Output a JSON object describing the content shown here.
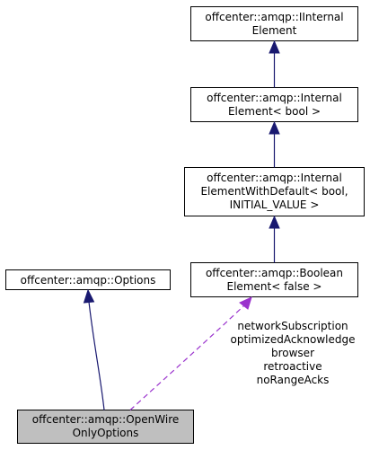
{
  "nodes": {
    "iinternal_element": {
      "line1": "offcenter::amqp::IInternal",
      "line2": "Element"
    },
    "internal_element_bool": {
      "line1": "offcenter::amqp::Internal",
      "line2": "Element< bool >"
    },
    "internal_element_with_default": {
      "line1": "offcenter::amqp::Internal",
      "line2": "ElementWithDefault< bool,",
      "line3": "INITIAL_VALUE >"
    },
    "boolean_element_false": {
      "line1": "offcenter::amqp::Boolean",
      "line2": "Element< false >"
    },
    "options": {
      "line1": "offcenter::amqp::Options"
    },
    "openwire_only_options": {
      "line1": "offcenter::amqp::OpenWire",
      "line2": "OnlyOptions"
    }
  },
  "usage_edge_labels": [
    "networkSubscription",
    "optimizedAcknowledge",
    "browser",
    "retroactive",
    "noRangeAcks"
  ],
  "colors": {
    "inheritance_edge": "#191970",
    "usage_edge": "#9a32cd",
    "highlighted_node_fill": "#bfbfbf"
  }
}
